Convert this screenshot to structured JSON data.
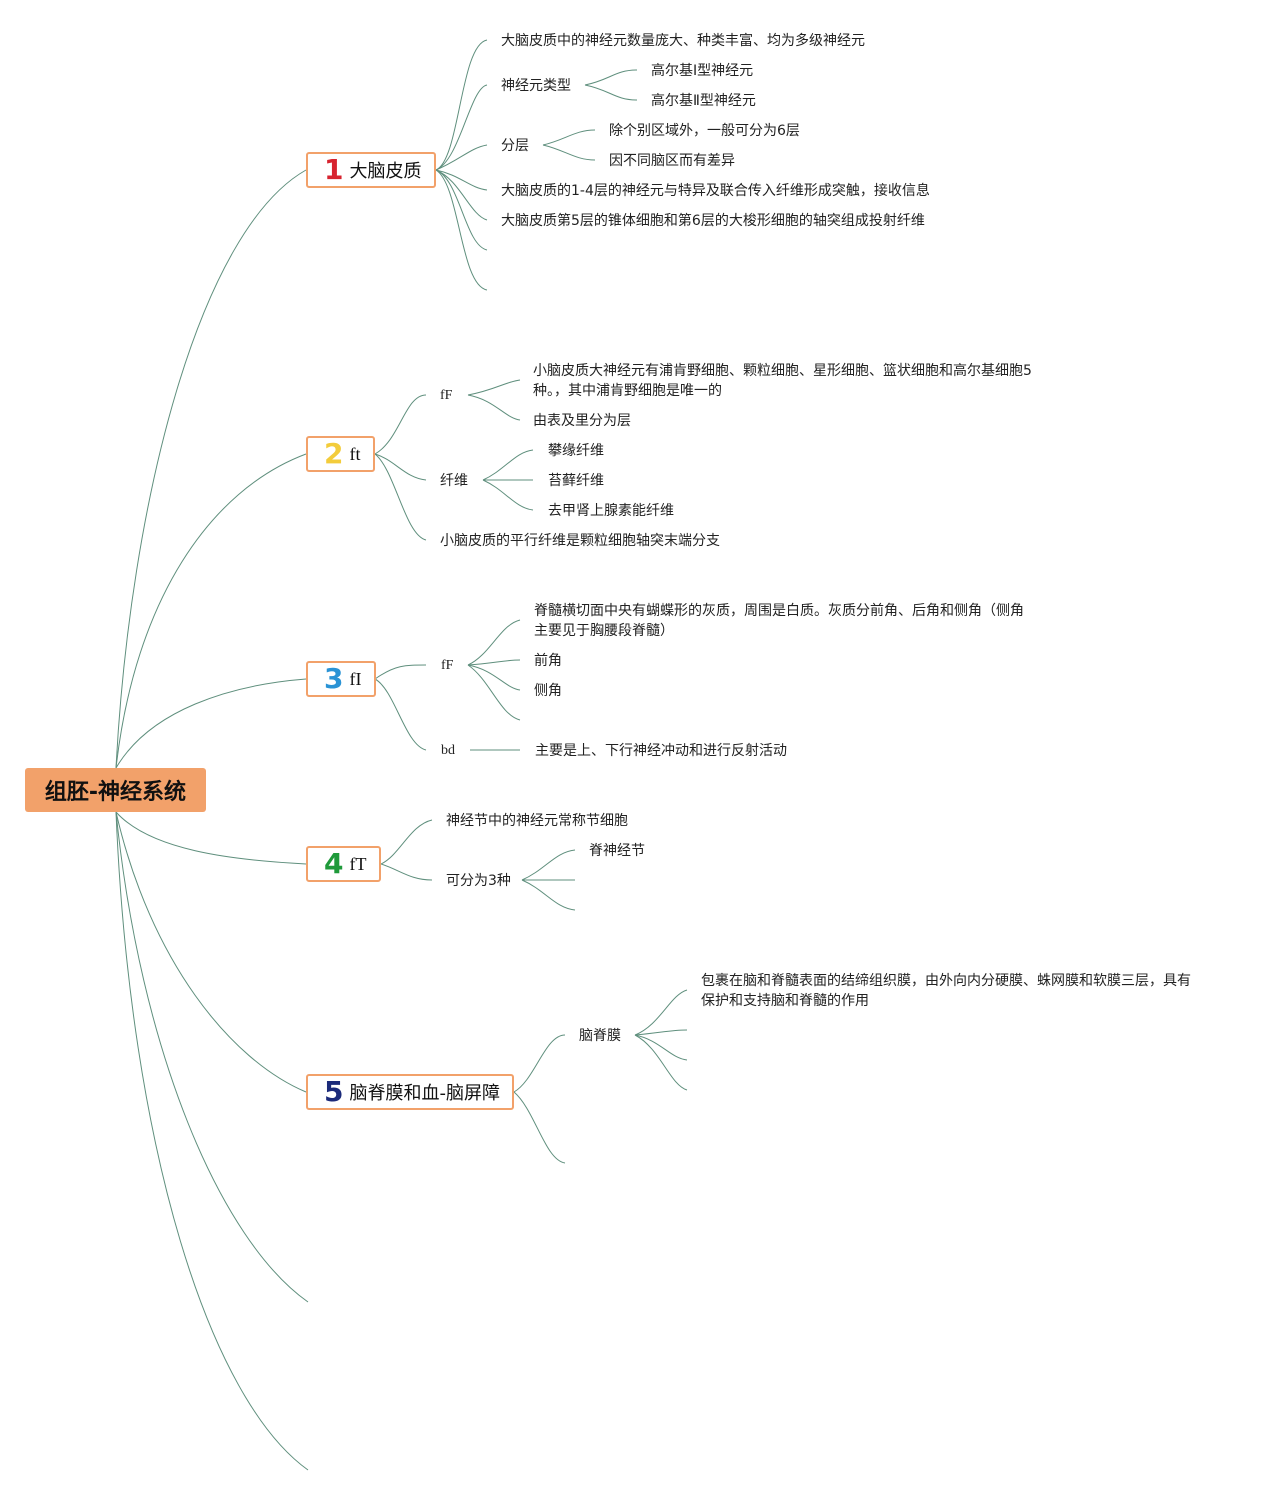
{
  "root": {
    "title": "组胚-神经系统",
    "color": "#f2a16a"
  },
  "colors": {
    "line": "#5f8f7d",
    "border": "#f2a16a"
  },
  "branches": [
    {
      "num": "1",
      "num_color": "#d7232f",
      "label": "大脑皮质",
      "children": {
        "a": "大脑皮质中的神经元数量庞大、种类丰富、均为多级神经元",
        "b": "神经元类型",
        "b1": "高尔基Ⅰ型神经元",
        "b2": "高尔基Ⅱ型神经元",
        "c": "分层",
        "c1": "除个别区域外，一般可分为6层",
        "c2": "因不同脑区而有差异",
        "d": "大脑皮质的1-4层的神经元与特异及联合传入纤维形成突触，接收信息",
        "e": "大脑皮质第5层的锥体细胞和第6层的大梭形细胞的轴突组成投射纤维"
      }
    },
    {
      "num": "2",
      "num_color": "#f3cc3b",
      "label": "ft",
      "children": {
        "a": "fF",
        "a1": "小脑皮质大神经元有浦肯野细胞、颗粒细胞、星形细胞、篮状细胞和高尔基细胞5种。，其中浦肯野细胞是唯一的",
        "a2": "由表及里分为层",
        "b": "纤维",
        "b1": "攀缘纤维",
        "b2": "苔藓纤维",
        "b3": "去甲肾上腺素能纤维",
        "c": "小脑皮质的平行纤维是颗粒细胞轴突末端分支"
      }
    },
    {
      "num": "3",
      "num_color": "#2a93d5",
      "label": "fI",
      "children": {
        "a": "fF",
        "a1": "脊髓横切面中央有蝴蝶形的灰质，周围是白质。灰质分前角、后角和侧角（侧角主要见于胸腰段脊髓）",
        "a2": "前角",
        "a3": "侧角",
        "b": "bd",
        "b1": "主要是上、下行神经冲动和进行反射活动"
      }
    },
    {
      "num": "4",
      "num_color": "#1f9a3a",
      "label": "fT",
      "children": {
        "a": "神经节中的神经元常称节细胞",
        "b": "可分为3种",
        "b1": "脊神经节"
      }
    },
    {
      "num": "5",
      "num_color": "#1b2a7a",
      "label": "脑脊膜和血-脑屏障",
      "children": {
        "a": "脑脊膜",
        "a1": "包裹在脑和脊髓表面的结缔组织膜，由外向内分硬膜、蛛网膜和软膜三层，具有保护和支持脑和脊髓的作用"
      }
    }
  ]
}
